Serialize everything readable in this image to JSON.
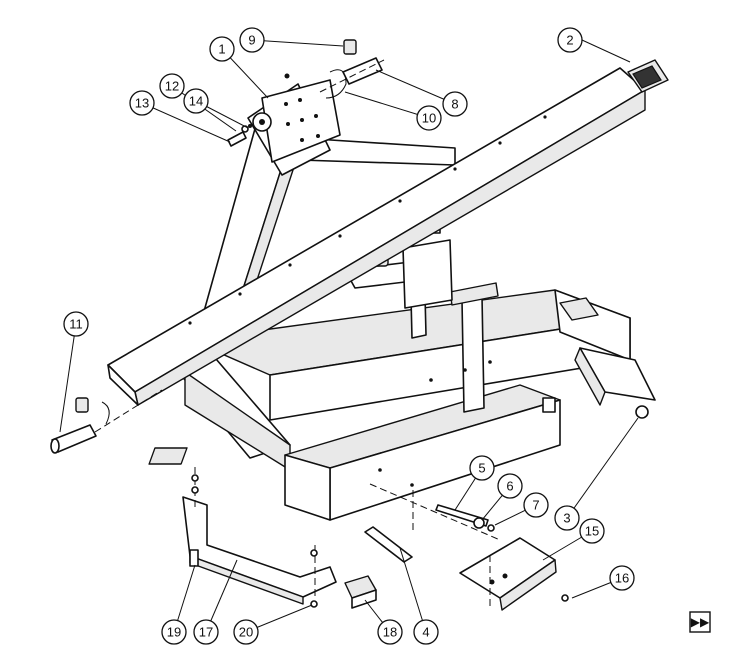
{
  "callouts": {
    "c1": "1",
    "c2": "2",
    "c3": "3",
    "c4": "4",
    "c5": "5",
    "c6": "6",
    "c7": "7",
    "c8": "8",
    "c9": "9",
    "c10": "10",
    "c11": "11",
    "c12": "12",
    "c13": "13",
    "c14": "14",
    "c15": "15",
    "c16": "16",
    "c17": "17",
    "c18": "18",
    "c19": "19",
    "c20": "20"
  },
  "nav": {
    "next_icon": "fast-forward-icon",
    "next_glyph": "▶▶"
  }
}
